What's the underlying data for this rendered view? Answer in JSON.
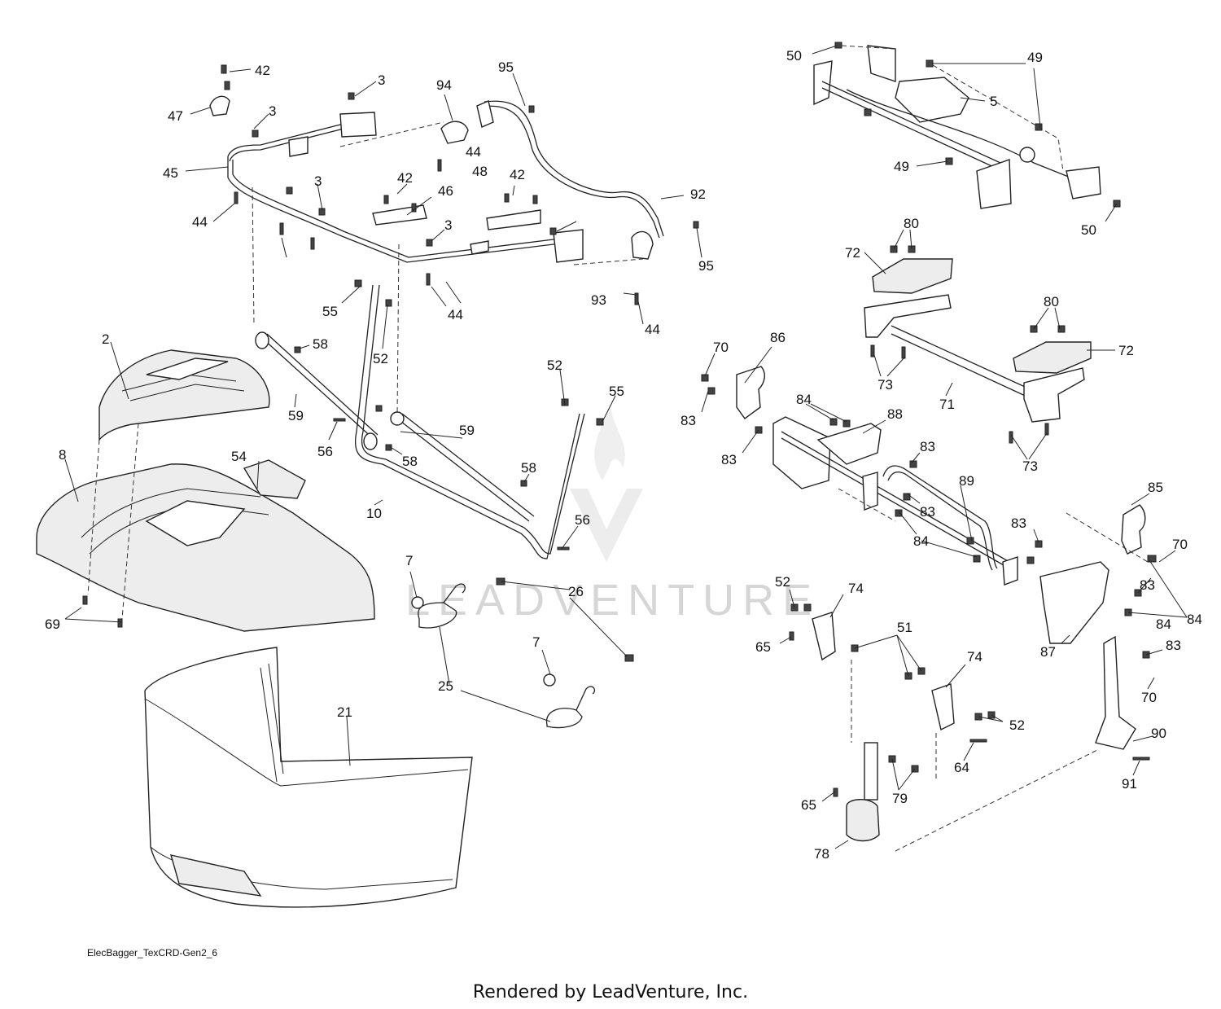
{
  "watermark": "LEADVENTURE",
  "diagram_code": "ElecBagger_TexCRD-Gen2_6",
  "footer": "Rendered by LeadVenture, Inc.",
  "callouts": [
    "42",
    "47",
    "3",
    "95",
    "94",
    "45",
    "44",
    "42",
    "48",
    "42",
    "46",
    "92",
    "3",
    "3",
    "3",
    "44",
    "95",
    "93",
    "44",
    "55",
    "44",
    "58",
    "52",
    "59",
    "56",
    "58",
    "59",
    "52",
    "55",
    "58",
    "10",
    "56",
    "2",
    "8",
    "54",
    "7",
    "26",
    "69",
    "7",
    "25",
    "21",
    "50",
    "49",
    "5",
    "49",
    "50",
    "80",
    "72",
    "80",
    "72",
    "70",
    "86",
    "83",
    "73",
    "71",
    "84",
    "88",
    "83",
    "83",
    "73",
    "83",
    "89",
    "85",
    "83",
    "70",
    "83",
    "84",
    "84",
    "52",
    "74",
    "84",
    "51",
    "65",
    "87",
    "83",
    "74",
    "70",
    "52",
    "90",
    "64",
    "91",
    "79",
    "65",
    "78"
  ]
}
